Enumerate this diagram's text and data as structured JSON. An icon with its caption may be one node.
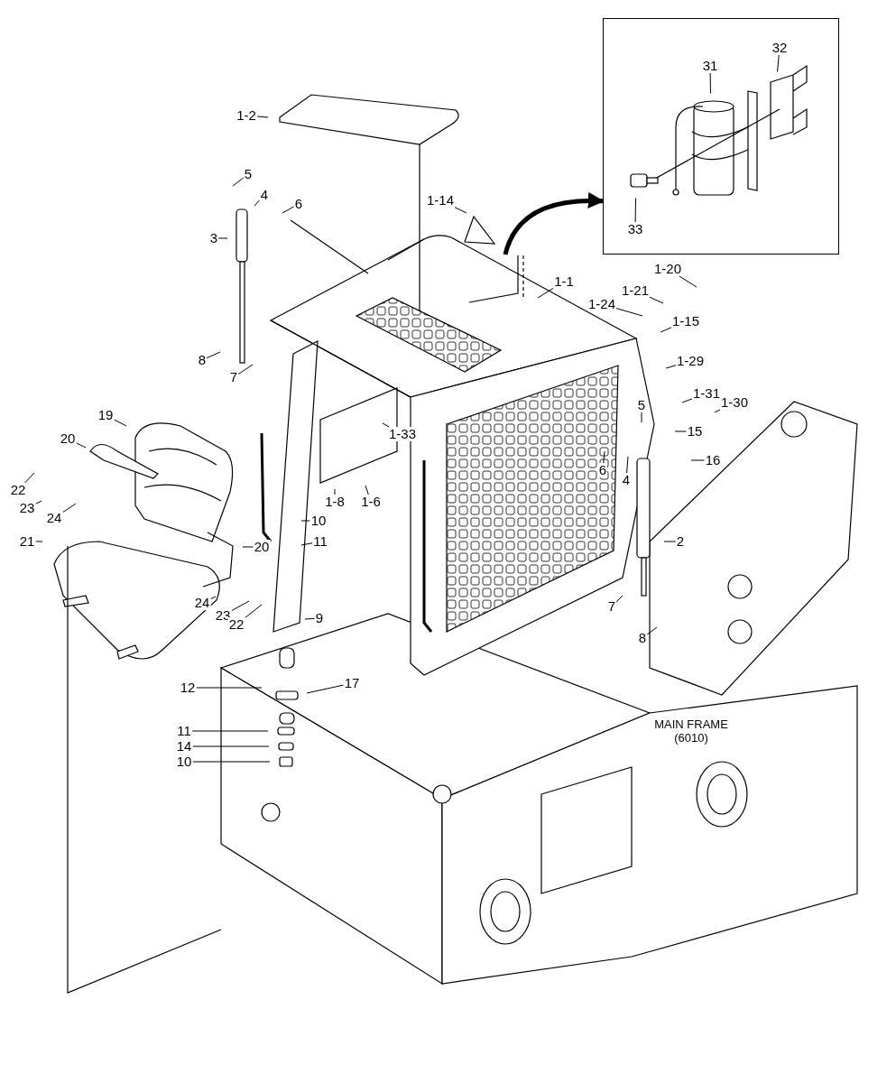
{
  "diagram": {
    "nodes": [
      {
        "text": [],
        "shape": "box"
      },
      {
        "text": [
          "32"
        ],
        "in": 0
      },
      {
        "text": [
          "31"
        ],
        "in": 0
      },
      {
        "text": [
          "1-2"
        ]
      },
      {
        "text": [
          "5"
        ]
      },
      {
        "text": [
          "4"
        ]
      },
      {
        "text": [
          "6"
        ]
      },
      {
        "text": [
          "1-14"
        ]
      },
      {
        "text": [
          "33"
        ],
        "in": 0
      },
      {
        "text": [
          "3"
        ]
      },
      {
        "text": [
          "1-20"
        ]
      },
      {
        "text": [
          "1-1"
        ]
      },
      {
        "text": [
          "1-21"
        ]
      },
      {
        "text": [
          "1-24"
        ]
      },
      {
        "text": [
          "1-15"
        ]
      },
      {
        "text": [
          "8"
        ]
      },
      {
        "text": [
          "1-29"
        ]
      },
      {
        "text": [
          "7"
        ]
      },
      {
        "text": [
          "1-31"
        ]
      },
      {
        "text": [
          "1-30"
        ]
      },
      {
        "text": [
          "5"
        ]
      },
      {
        "text": [
          "19"
        ]
      },
      {
        "text": [
          "15"
        ]
      },
      {
        "text": [
          "1-33"
        ]
      },
      {
        "text": [
          "20"
        ]
      },
      {
        "text": [
          "16"
        ]
      },
      {
        "text": [
          "6"
        ]
      },
      {
        "text": [
          "4"
        ]
      },
      {
        "text": [
          "22"
        ]
      },
      {
        "text": [
          "1-8"
        ]
      },
      {
        "text": [
          "1-6"
        ]
      },
      {
        "text": [
          "23"
        ]
      },
      {
        "text": [
          "24"
        ]
      },
      {
        "text": [
          "10"
        ]
      },
      {
        "text": [
          "21"
        ]
      },
      {
        "text": [
          "11"
        ]
      },
      {
        "text": [
          "2"
        ]
      },
      {
        "text": [
          "20"
        ]
      },
      {
        "text": [
          "7"
        ]
      },
      {
        "text": [
          "24"
        ]
      },
      {
        "text": [
          "23"
        ]
      },
      {
        "text": [
          "9"
        ]
      },
      {
        "text": [
          "22"
        ]
      },
      {
        "text": [
          "8"
        ]
      },
      {
        "text": [
          "17"
        ]
      },
      {
        "text": [
          "12"
        ]
      },
      {
        "text": [
          "11"
        ]
      },
      {
        "text": [
          "14"
        ]
      },
      {
        "text": [
          "10"
        ]
      }
    ],
    "edges": [
      {
        "from": 1,
        "to": null,
        "arrow": "none"
      },
      {
        "from": 2,
        "to": null,
        "arrow": "none"
      },
      {
        "from": 3,
        "to": null,
        "arrow": "none"
      },
      {
        "from": 4,
        "to": null,
        "arrow": "none"
      },
      {
        "from": 5,
        "to": null,
        "arrow": "none"
      },
      {
        "from": 6,
        "to": null,
        "arrow": "none"
      },
      {
        "from": 7,
        "to": null,
        "arrow": "none"
      },
      {
        "from": 8,
        "to": null,
        "arrow": "none"
      },
      {
        "from": 9,
        "to": null,
        "arrow": "none"
      },
      {
        "from": 10,
        "to": null,
        "arrow": "none"
      },
      {
        "from": 11,
        "to": null,
        "arrow": "none"
      },
      {
        "from": 12,
        "to": null,
        "arrow": "none"
      },
      {
        "from": 13,
        "to": null,
        "arrow": "none"
      },
      {
        "from": 14,
        "to": null,
        "arrow": "none"
      },
      {
        "from": 15,
        "to": null,
        "arrow": "none"
      },
      {
        "from": 16,
        "to": null,
        "arrow": "none"
      },
      {
        "from": 17,
        "to": null,
        "arrow": "none"
      },
      {
        "from": 18,
        "to": null,
        "arrow": "none"
      },
      {
        "from": 19,
        "to": null,
        "arrow": "none"
      },
      {
        "from": 20,
        "to": null,
        "arrow": "none"
      },
      {
        "from": 21,
        "to": null,
        "arrow": "none"
      },
      {
        "from": 22,
        "to": null,
        "arrow": "none"
      },
      {
        "from": 23,
        "to": null,
        "arrow": "none"
      },
      {
        "from": 24,
        "to": null,
        "arrow": "none"
      },
      {
        "from": 25,
        "to": null,
        "arrow": "none"
      },
      {
        "from": 26,
        "to": null,
        "arrow": "none"
      },
      {
        "from": 27,
        "to": null,
        "arrow": "none"
      },
      {
        "from": 28,
        "to": null,
        "arrow": "none"
      },
      {
        "from": 29,
        "to": null,
        "arrow": "none"
      },
      {
        "from": 30,
        "to": null,
        "arrow": "none"
      },
      {
        "from": 31,
        "to": null,
        "arrow": "none"
      },
      {
        "from": 32,
        "to": null,
        "arrow": "none"
      },
      {
        "from": 33,
        "to": null,
        "arrow": "none"
      },
      {
        "from": 34,
        "to": null,
        "arrow": "none"
      },
      {
        "from": 35,
        "to": null,
        "arrow": "none"
      },
      {
        "from": 36,
        "to": null,
        "arrow": "none"
      },
      {
        "from": 37,
        "to": null,
        "arrow": "none"
      },
      {
        "from": 38,
        "to": null,
        "arrow": "none"
      },
      {
        "from": 39,
        "to": null,
        "arrow": "none"
      },
      {
        "from": 40,
        "to": null,
        "arrow": "none"
      },
      {
        "from": 41,
        "to": null,
        "arrow": "none"
      },
      {
        "from": 42,
        "to": null,
        "arrow": "none"
      },
      {
        "from": 43,
        "to": null,
        "arrow": "none"
      },
      {
        "from": 44,
        "to": null,
        "arrow": "none"
      },
      {
        "from": 45,
        "to": null,
        "arrow": "none"
      },
      {
        "from": 46,
        "to": null,
        "arrow": "none"
      },
      {
        "from": 47,
        "to": null,
        "arrow": "none"
      },
      {
        "from": 48,
        "to": null,
        "arrow": "none"
      },
      {
        "from": null,
        "to": 0,
        "arrow": "to",
        "style": "thick"
      }
    ],
    "labels": [
      "MAIN FRAME (6010)"
    ]
  }
}
